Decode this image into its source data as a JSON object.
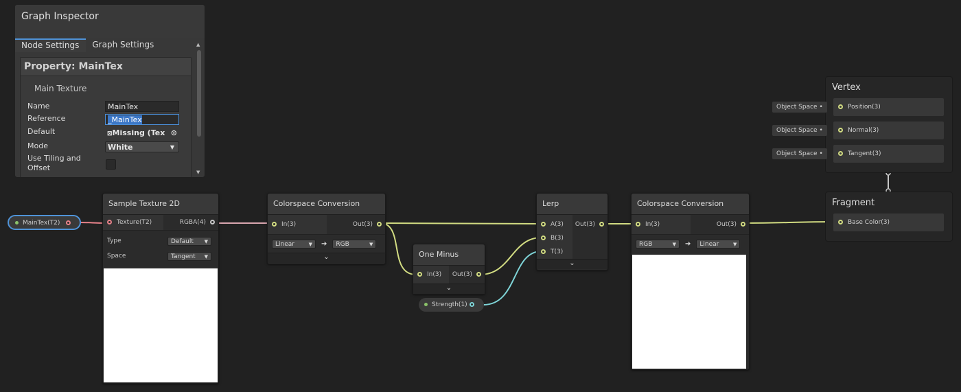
{
  "inspector": {
    "title": "Graph Inspector",
    "tabs": [
      "Node Settings",
      "Graph Settings"
    ],
    "property_title": "Property: MainTex",
    "section": "Main Texture",
    "fields": {
      "name_label": "Name",
      "name_value": "MainTex",
      "reference_label": "Reference",
      "reference_value": "_MainTex",
      "default_label": "Default",
      "default_value": "Missing (Tex",
      "mode_label": "Mode",
      "mode_value": "White",
      "tiling_label_1": "Use Tiling and",
      "tiling_label_2": "Offset"
    }
  },
  "property_node": {
    "label": "MainTex(T2)"
  },
  "sample_texture": {
    "title": "Sample Texture 2D",
    "input": "Texture(T2)",
    "output": "RGBA(4)",
    "type_label": "Type",
    "type_value": "Default",
    "space_label": "Space",
    "space_value": "Tangent"
  },
  "colorspace1": {
    "title": "Colorspace Conversion",
    "input": "In(3)",
    "output": "Out(3)",
    "from": "Linear",
    "to": "RGB"
  },
  "one_minus": {
    "title": "One Minus",
    "input": "In(3)",
    "output": "Out(3)"
  },
  "strength": {
    "label": "Strength(1)"
  },
  "lerp": {
    "title": "Lerp",
    "inputs": [
      "A(3)",
      "B(3)",
      "T(3)"
    ],
    "output": "Out(3)"
  },
  "colorspace2": {
    "title": "Colorspace Conversion",
    "input": "In(3)",
    "output": "Out(3)",
    "from": "RGB",
    "to": "Linear"
  },
  "vertex": {
    "title": "Vertex",
    "blocks": [
      "Position(3)",
      "Normal(3)",
      "Tangent(3)"
    ],
    "contexts": [
      "Object Space",
      "Object Space",
      "Object Space"
    ]
  },
  "fragment": {
    "title": "Fragment",
    "blocks": [
      "Base Color(3)"
    ]
  },
  "colors": {
    "vector3": "#d2dc82",
    "texture": "#e8828a",
    "float": "#7fd5d8",
    "accent": "#4f93d8"
  }
}
